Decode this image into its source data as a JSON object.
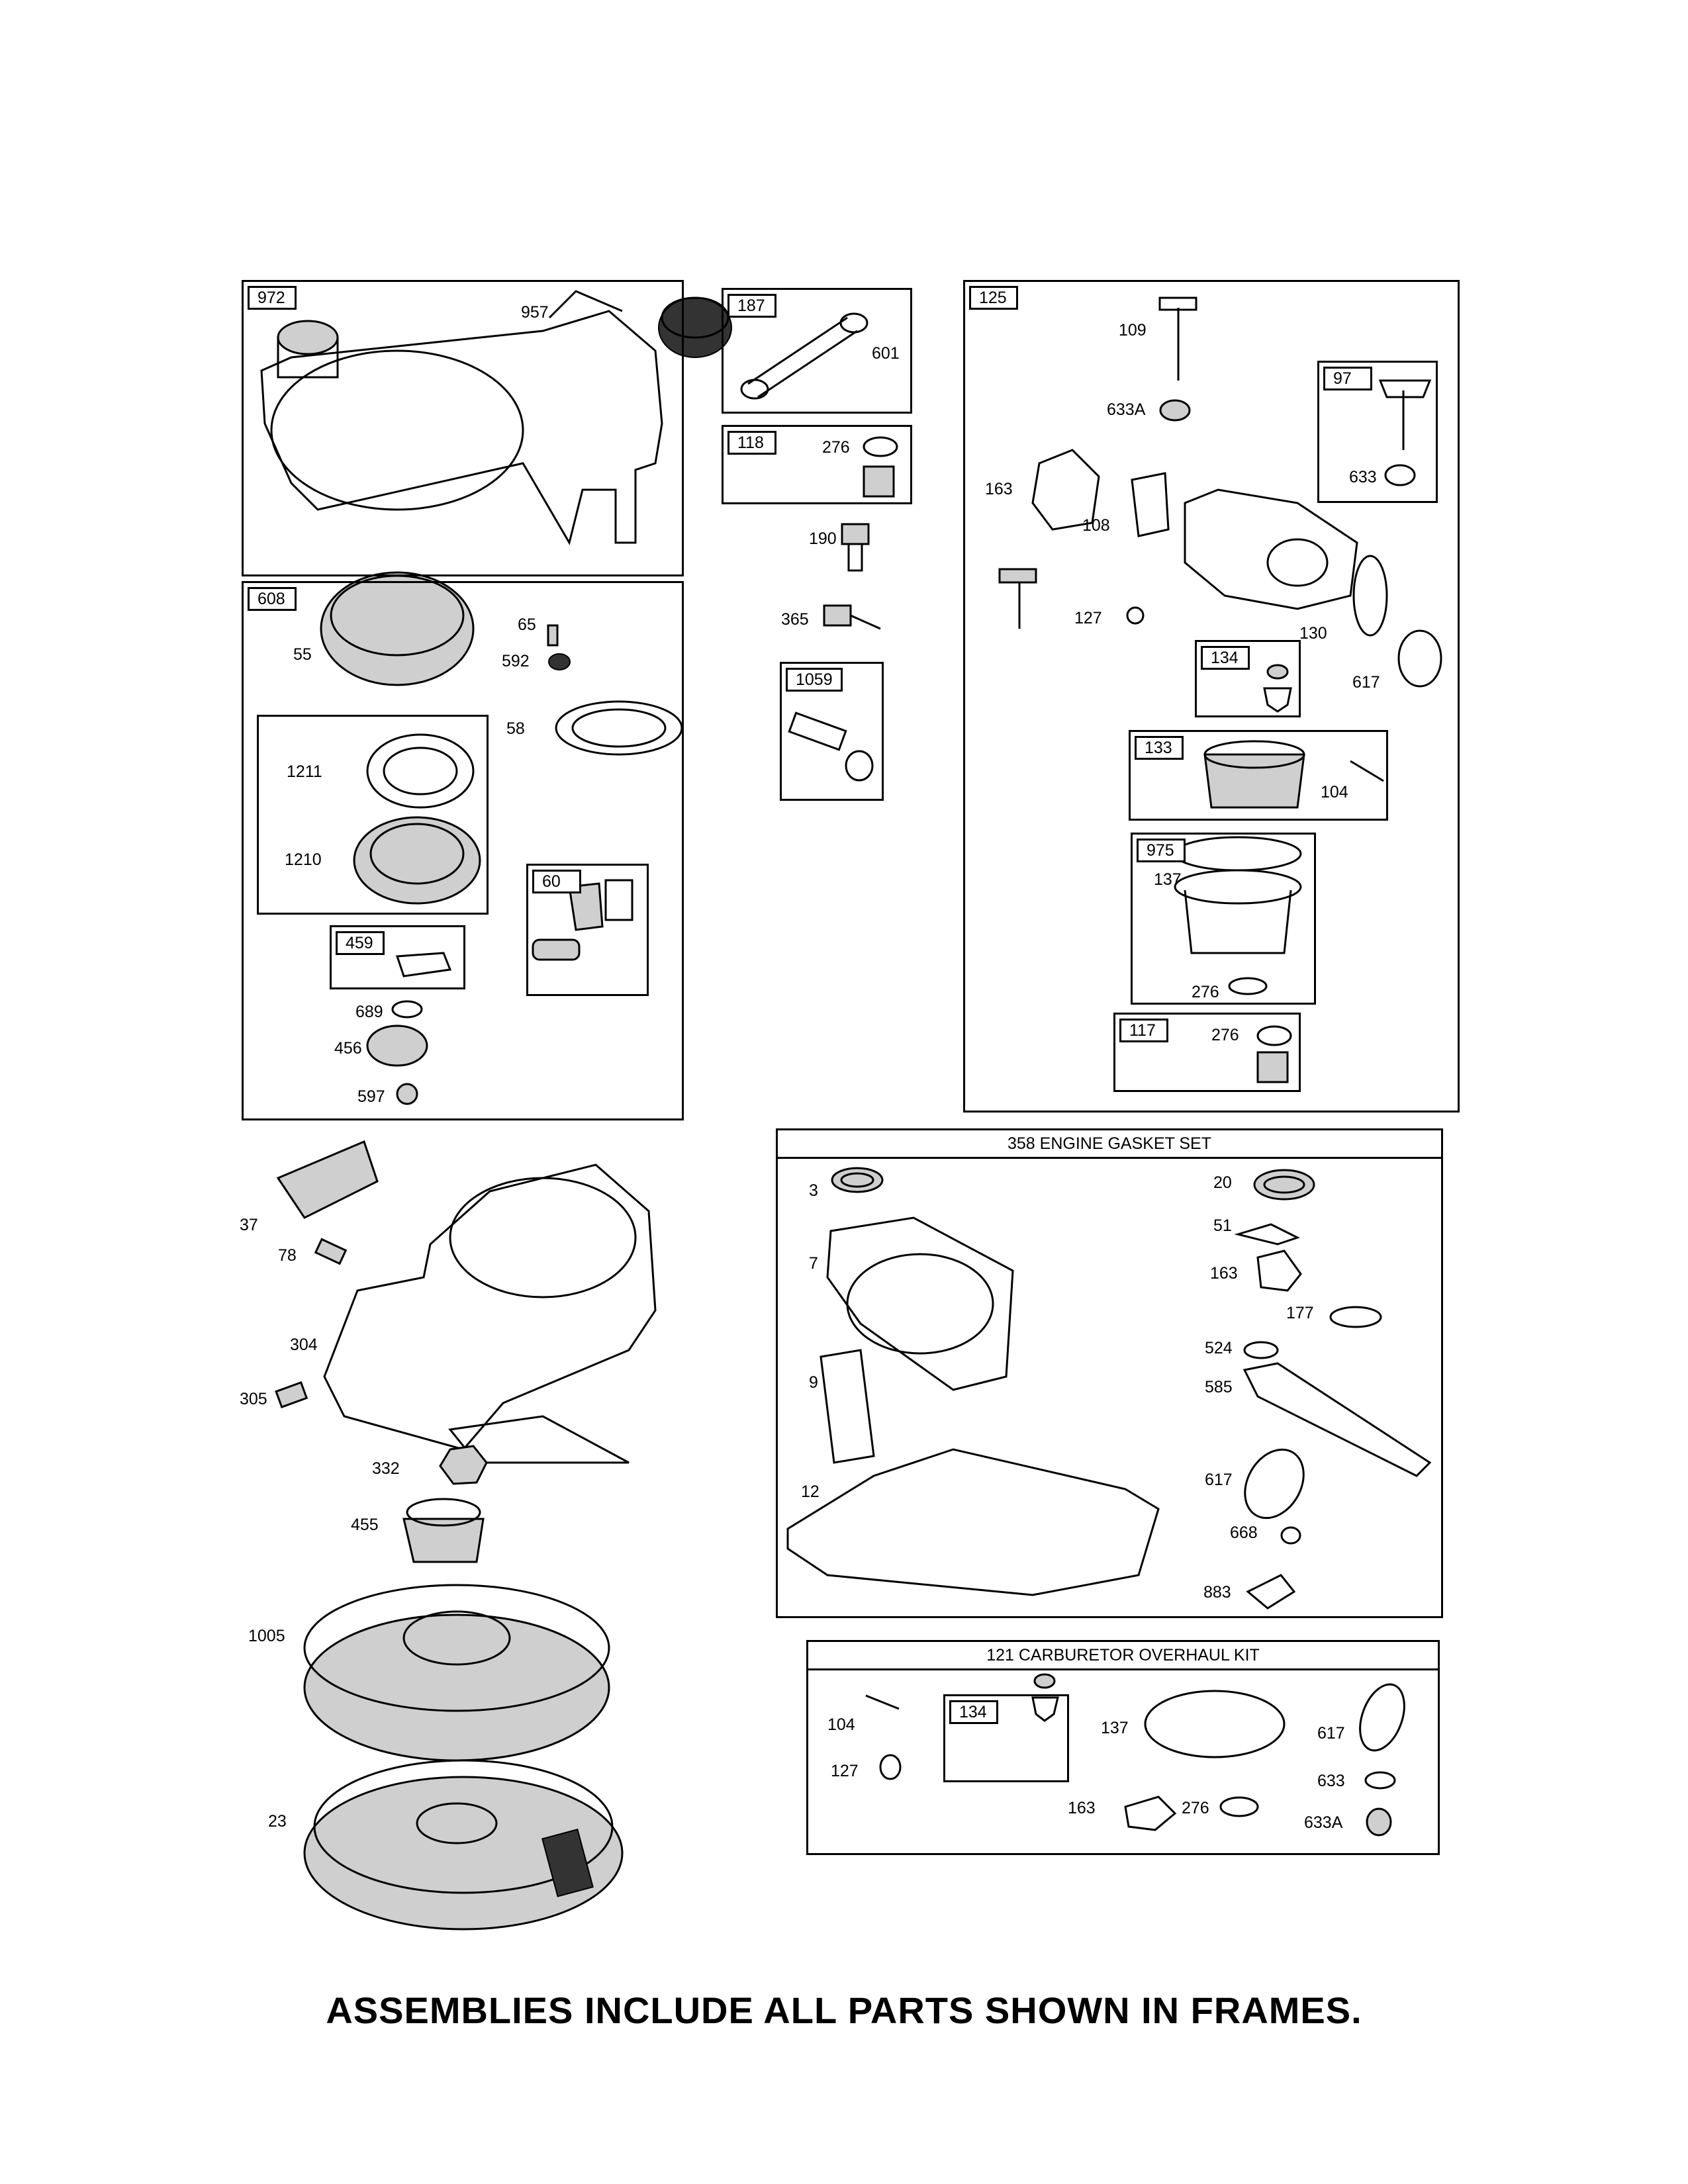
{
  "caption": "ASSEMBLIES INCLUDE ALL PARTS SHOWN IN FRAMES.",
  "frames": {
    "f972": "972",
    "f608": "608",
    "f187": "187",
    "f118": "118",
    "f1059": "1059",
    "f125": "125",
    "f97": "97",
    "f134a": "134",
    "f133": "133",
    "f975": "975",
    "f117": "117",
    "f459": "459",
    "f60": "60",
    "f134b": "134"
  },
  "kits": {
    "gasket_set": "358 ENGINE GASKET SET",
    "carb_kit": "121 CARBURETOR OVERHAUL KIT"
  },
  "callouts": {
    "c957": "957",
    "c601": "601",
    "c276a": "276",
    "c190": "190",
    "c365": "365",
    "c109": "109",
    "c633a1": "633A",
    "c633a": "633",
    "c163a": "163",
    "c108": "108",
    "c127a": "127",
    "c130": "130",
    "c617a": "617",
    "c104a": "104",
    "c137a": "137",
    "c276b": "276",
    "c276c": "276",
    "c65": "65",
    "c592": "592",
    "c55": "55",
    "c58": "58",
    "c1211": "1211",
    "c1210": "1210",
    "c689": "689",
    "c456": "456",
    "c597": "597",
    "c37": "37",
    "c78": "78",
    "c304": "304",
    "c305": "305",
    "c332": "332",
    "c455": "455",
    "c1005": "1005",
    "c23": "23",
    "c3": "3",
    "c7": "7",
    "c9": "9",
    "c12": "12",
    "c20": "20",
    "c51": "51",
    "c163b": "163",
    "c177": "177",
    "c524": "524",
    "c585": "585",
    "c617b": "617",
    "c668": "668",
    "c883": "883",
    "c104b": "104",
    "c127b": "127",
    "c137b": "137",
    "c163c": "163",
    "c276d": "276",
    "c617c": "617",
    "c633b": "633",
    "c633a2": "633A"
  }
}
